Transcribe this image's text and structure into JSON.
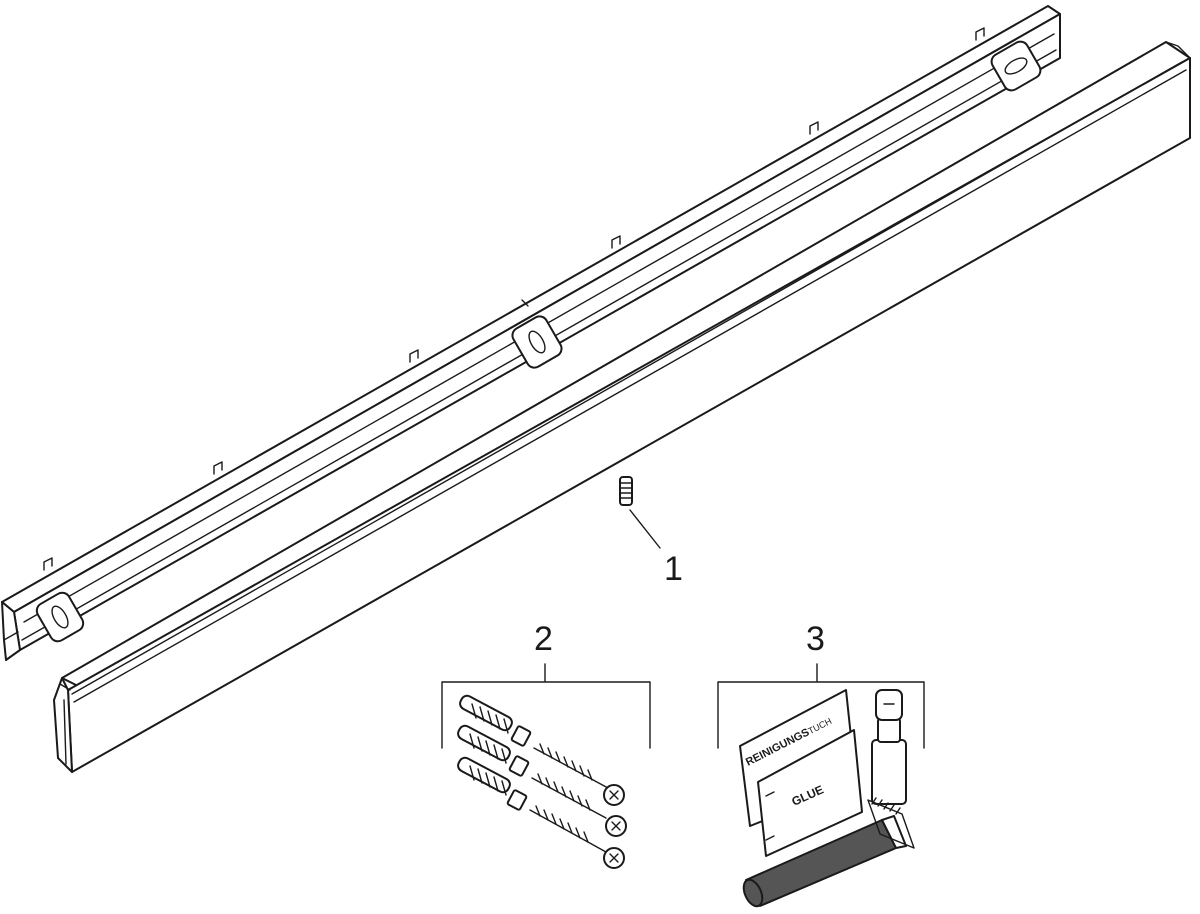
{
  "callouts": [
    {
      "id": "1",
      "label": "1"
    },
    {
      "id": "2",
      "label": "2"
    },
    {
      "id": "3",
      "label": "3"
    }
  ],
  "kit3": {
    "wipe_label_main": "REINIGUNGS",
    "wipe_label_tail": "TUCH",
    "glue_label": "GLUE"
  }
}
